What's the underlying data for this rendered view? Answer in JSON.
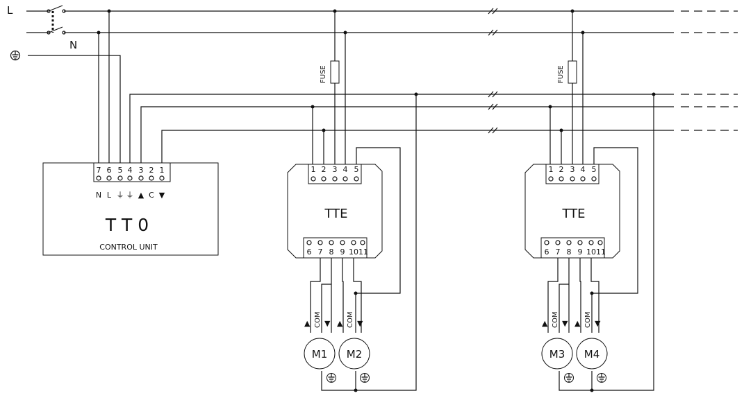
{
  "lines": {
    "L": "L",
    "N": "N"
  },
  "fuse": "FUSE",
  "control_unit": {
    "title": "T T 0",
    "subtitle": "CONTROL UNIT",
    "terminals": [
      "7",
      "6",
      "5",
      "4",
      "3",
      "2",
      "1"
    ],
    "terminal_labels": [
      "N",
      "L",
      "⏚",
      "⏚",
      "▲",
      "C",
      "▼"
    ]
  },
  "tte_units": [
    {
      "title": "TTE",
      "top_terminals": [
        "1",
        "2",
        "3",
        "4",
        "5"
      ],
      "bottom_terminals": [
        "6",
        "7",
        "8",
        "9",
        "10",
        "11"
      ]
    },
    {
      "title": "TTE",
      "top_terminals": [
        "1",
        "2",
        "3",
        "4",
        "5"
      ],
      "bottom_terminals": [
        "6",
        "7",
        "8",
        "9",
        "10",
        "11"
      ]
    }
  ],
  "motor_wiring_labels": [
    "▲",
    "COM",
    "▼"
  ],
  "motors": [
    "M1",
    "M2",
    "M3",
    "M4"
  ],
  "ground_symbol": "ground-symbol"
}
